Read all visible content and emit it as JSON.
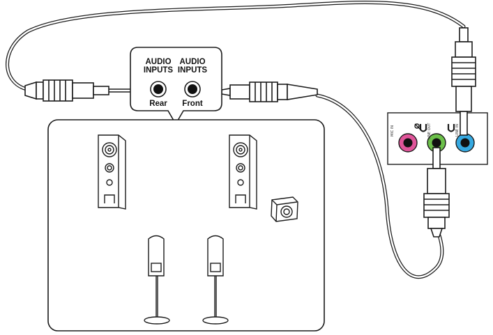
{
  "connector_box": {
    "rear": {
      "line1": "AUDIO",
      "line2": "INPUTS",
      "caption": "Rear"
    },
    "front": {
      "line1": "AUDIO",
      "line2": "INPUTS",
      "caption": "Front"
    }
  },
  "rear_panel": {
    "jacks": [
      {
        "name": "mic-in",
        "color": "#e0559a",
        "label": "MIC IN"
      },
      {
        "name": "line-out",
        "color": "#6cc04a",
        "label": "LINE OUT"
      },
      {
        "name": "line-in",
        "color": "#36a9e1",
        "label": "LINE IN"
      }
    ]
  },
  "colors": {
    "line": "#1a1a1a",
    "cable_fill": "#ffffff",
    "pink_jack": "#e0559a",
    "green_jack": "#6cc04a",
    "blue_jack": "#36a9e1"
  }
}
